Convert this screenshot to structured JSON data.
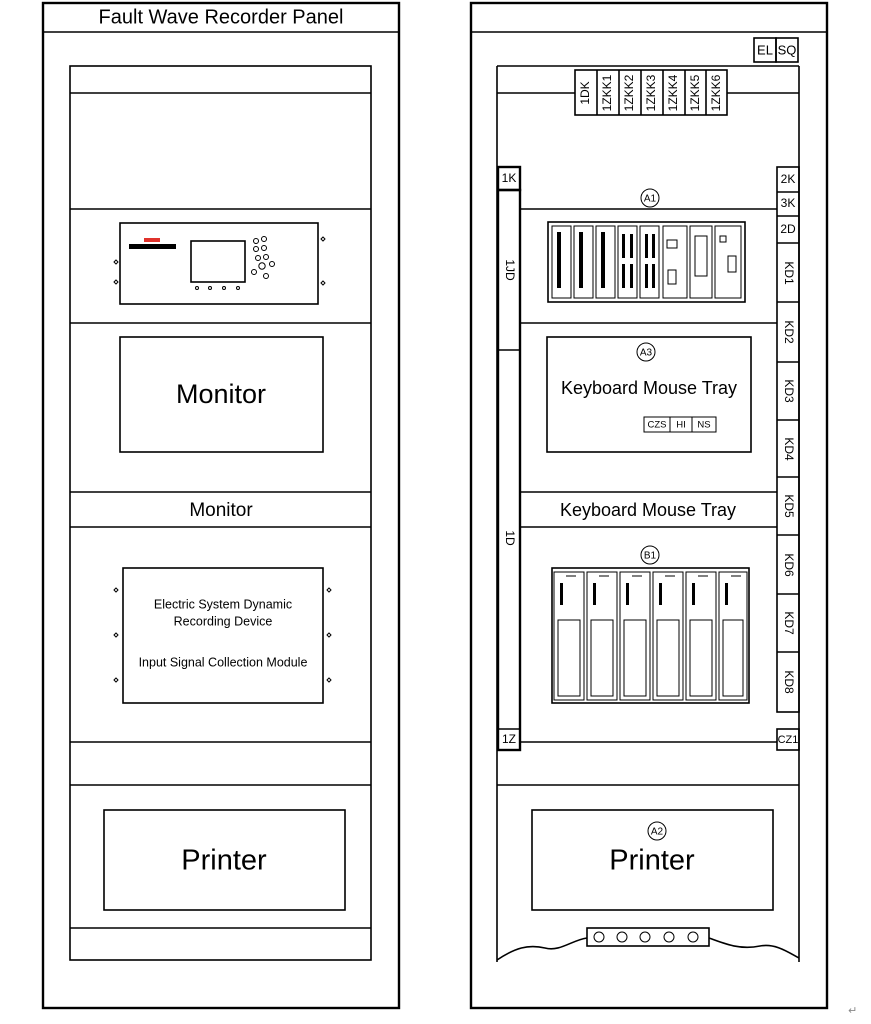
{
  "left_panel": {
    "title": "Fault Wave Recorder Panel",
    "monitor_box_label": "Monitor",
    "monitor_strip_label": "Monitor",
    "recording_device": {
      "line1": "Electric System Dynamic",
      "line2": "Recording Device",
      "line3": "Input Signal Collection Module"
    },
    "printer_label": "Printer"
  },
  "right_panel": {
    "top_labels": [
      "EL",
      "SQ"
    ],
    "switch_labels": [
      "1DK",
      "1ZKK1",
      "1ZKK2",
      "1ZKK3",
      "1ZKK4",
      "1ZKK5",
      "1ZKK6"
    ],
    "left_column": {
      "top": "1K",
      "upper": "1JD",
      "lower": "1D",
      "bottom": "1Z"
    },
    "right_column": {
      "top": [
        "2K",
        "3K",
        "2D"
      ],
      "terminals": [
        "KD1",
        "KD2",
        "KD3",
        "KD4",
        "KD5",
        "KD6",
        "KD7",
        "KD8"
      ],
      "bottom": "CZ1"
    },
    "device_tags": {
      "a1": "A1",
      "a3": "A3",
      "b1": "B1",
      "a2": "A2"
    },
    "tray_label": "Keyboard Mouse Tray",
    "tray_small_labels": [
      "CZS",
      "HI",
      "NS"
    ],
    "tray_strip_label": "Keyboard Mouse Tray",
    "printer_label": "Printer"
  },
  "page_mark": "↵",
  "colors": {
    "line": "#000000",
    "indicator": "#e0332c",
    "background": "#ffffff"
  }
}
